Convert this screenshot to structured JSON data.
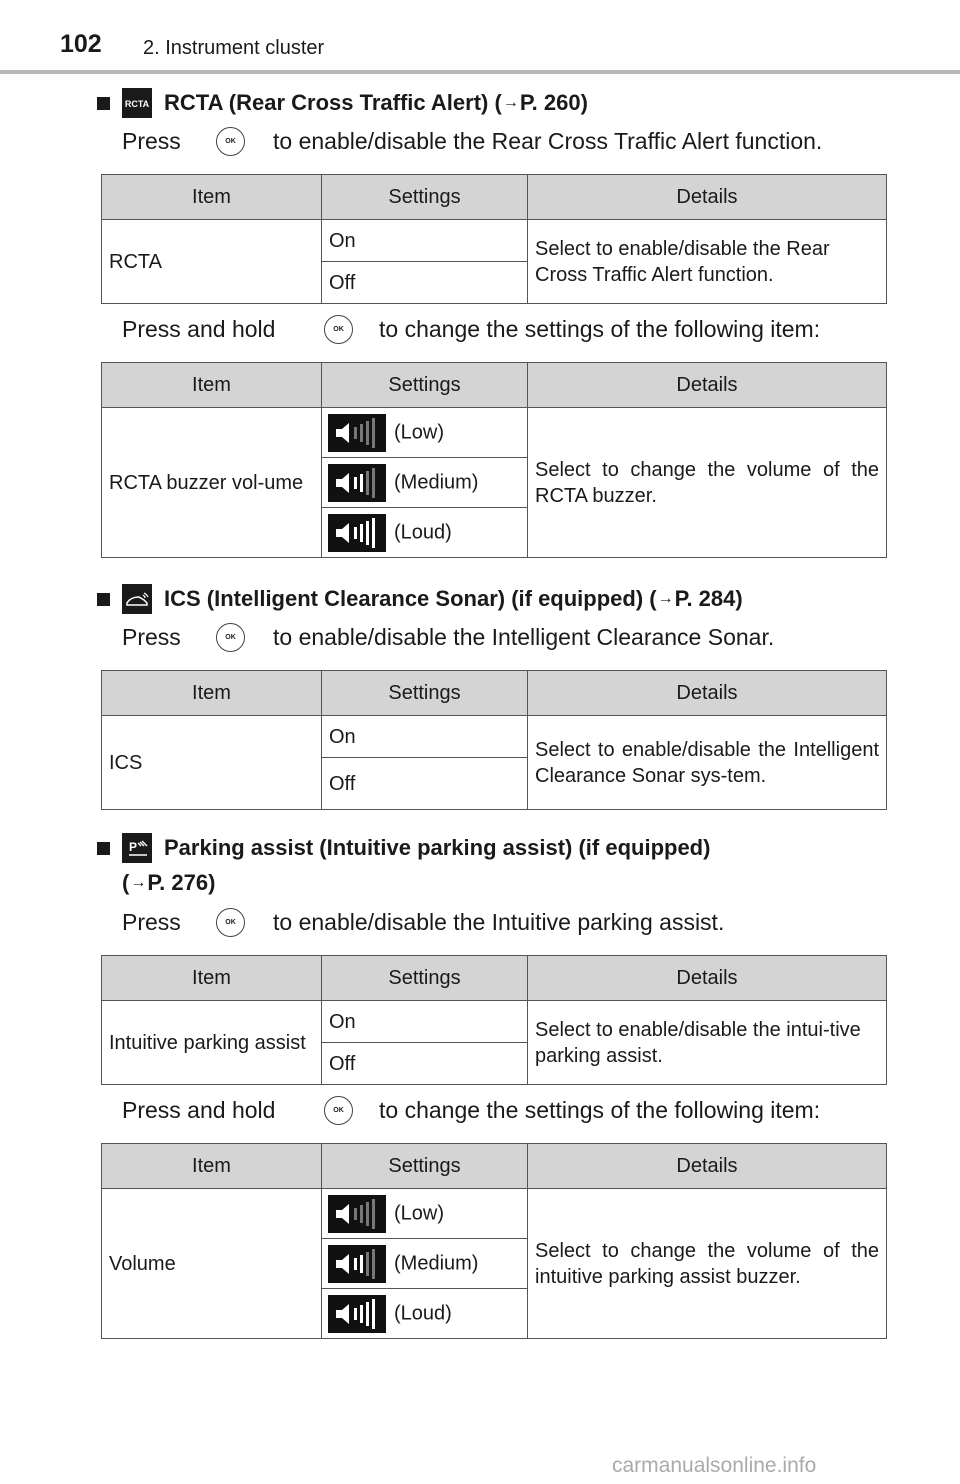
{
  "header": {
    "page_number": "102",
    "chapter": "2. Instrument cluster"
  },
  "button_label": "OK",
  "sec1": {
    "title": "RCTA (Rear Cross Traffic Alert) (",
    "ref": "P. 260)",
    "icon": "rcta-icon",
    "icon_label": "RCTA",
    "press": "Press",
    "press_text": "to enable/disable the Rear Cross Traffic Alert function.",
    "table1": {
      "headers": [
        "Item",
        "Settings",
        "Details"
      ],
      "item": "RCTA",
      "settings": [
        "On",
        "Off"
      ],
      "details": "Select to enable/disable the Rear Cross Traffic Alert function."
    },
    "hold": "Press and hold",
    "hold_text": "to change the settings of the following item:",
    "table2": {
      "headers": [
        "Item",
        "Settings",
        "Details"
      ],
      "item": "RCTA buzzer vol-ume",
      "settings": [
        "(Low)",
        "(Medium)",
        "(Loud)"
      ],
      "details": "Select to change the volume of the RCTA buzzer."
    }
  },
  "sec2": {
    "title": "ICS (Intelligent Clearance Sonar) (if equipped) (",
    "ref": "P. 284)",
    "icon": "ics-icon",
    "press": "Press",
    "press_text": "to enable/disable the Intelligent Clearance Sonar.",
    "table": {
      "headers": [
        "Item",
        "Settings",
        "Details"
      ],
      "item": "ICS",
      "settings": [
        "On",
        "Off"
      ],
      "details": "Select to enable/disable the Intelligent Clearance Sonar sys-tem."
    }
  },
  "sec3": {
    "title": "Parking assist (Intuitive parking assist) (if equipped)",
    "title_line2_open": "(",
    "ref": "P. 276)",
    "icon": "parking-assist-icon",
    "press": "Press",
    "press_text": "to enable/disable the Intuitive parking assist.",
    "table1": {
      "headers": [
        "Item",
        "Settings",
        "Details"
      ],
      "item": "Intuitive parking assist",
      "settings": [
        "On",
        "Off"
      ],
      "details": "Select to enable/disable the intui-tive parking assist."
    },
    "hold": "Press and hold",
    "hold_text": "to change the settings of the following item:",
    "table2": {
      "headers": [
        "Item",
        "Settings",
        "Details"
      ],
      "item": "Volume",
      "settings": [
        "(Low)",
        "(Medium)",
        "(Loud)"
      ],
      "details": "Select to change the volume of the intuitive parking assist buzzer."
    }
  },
  "watermark": "carmanualsonline.info"
}
